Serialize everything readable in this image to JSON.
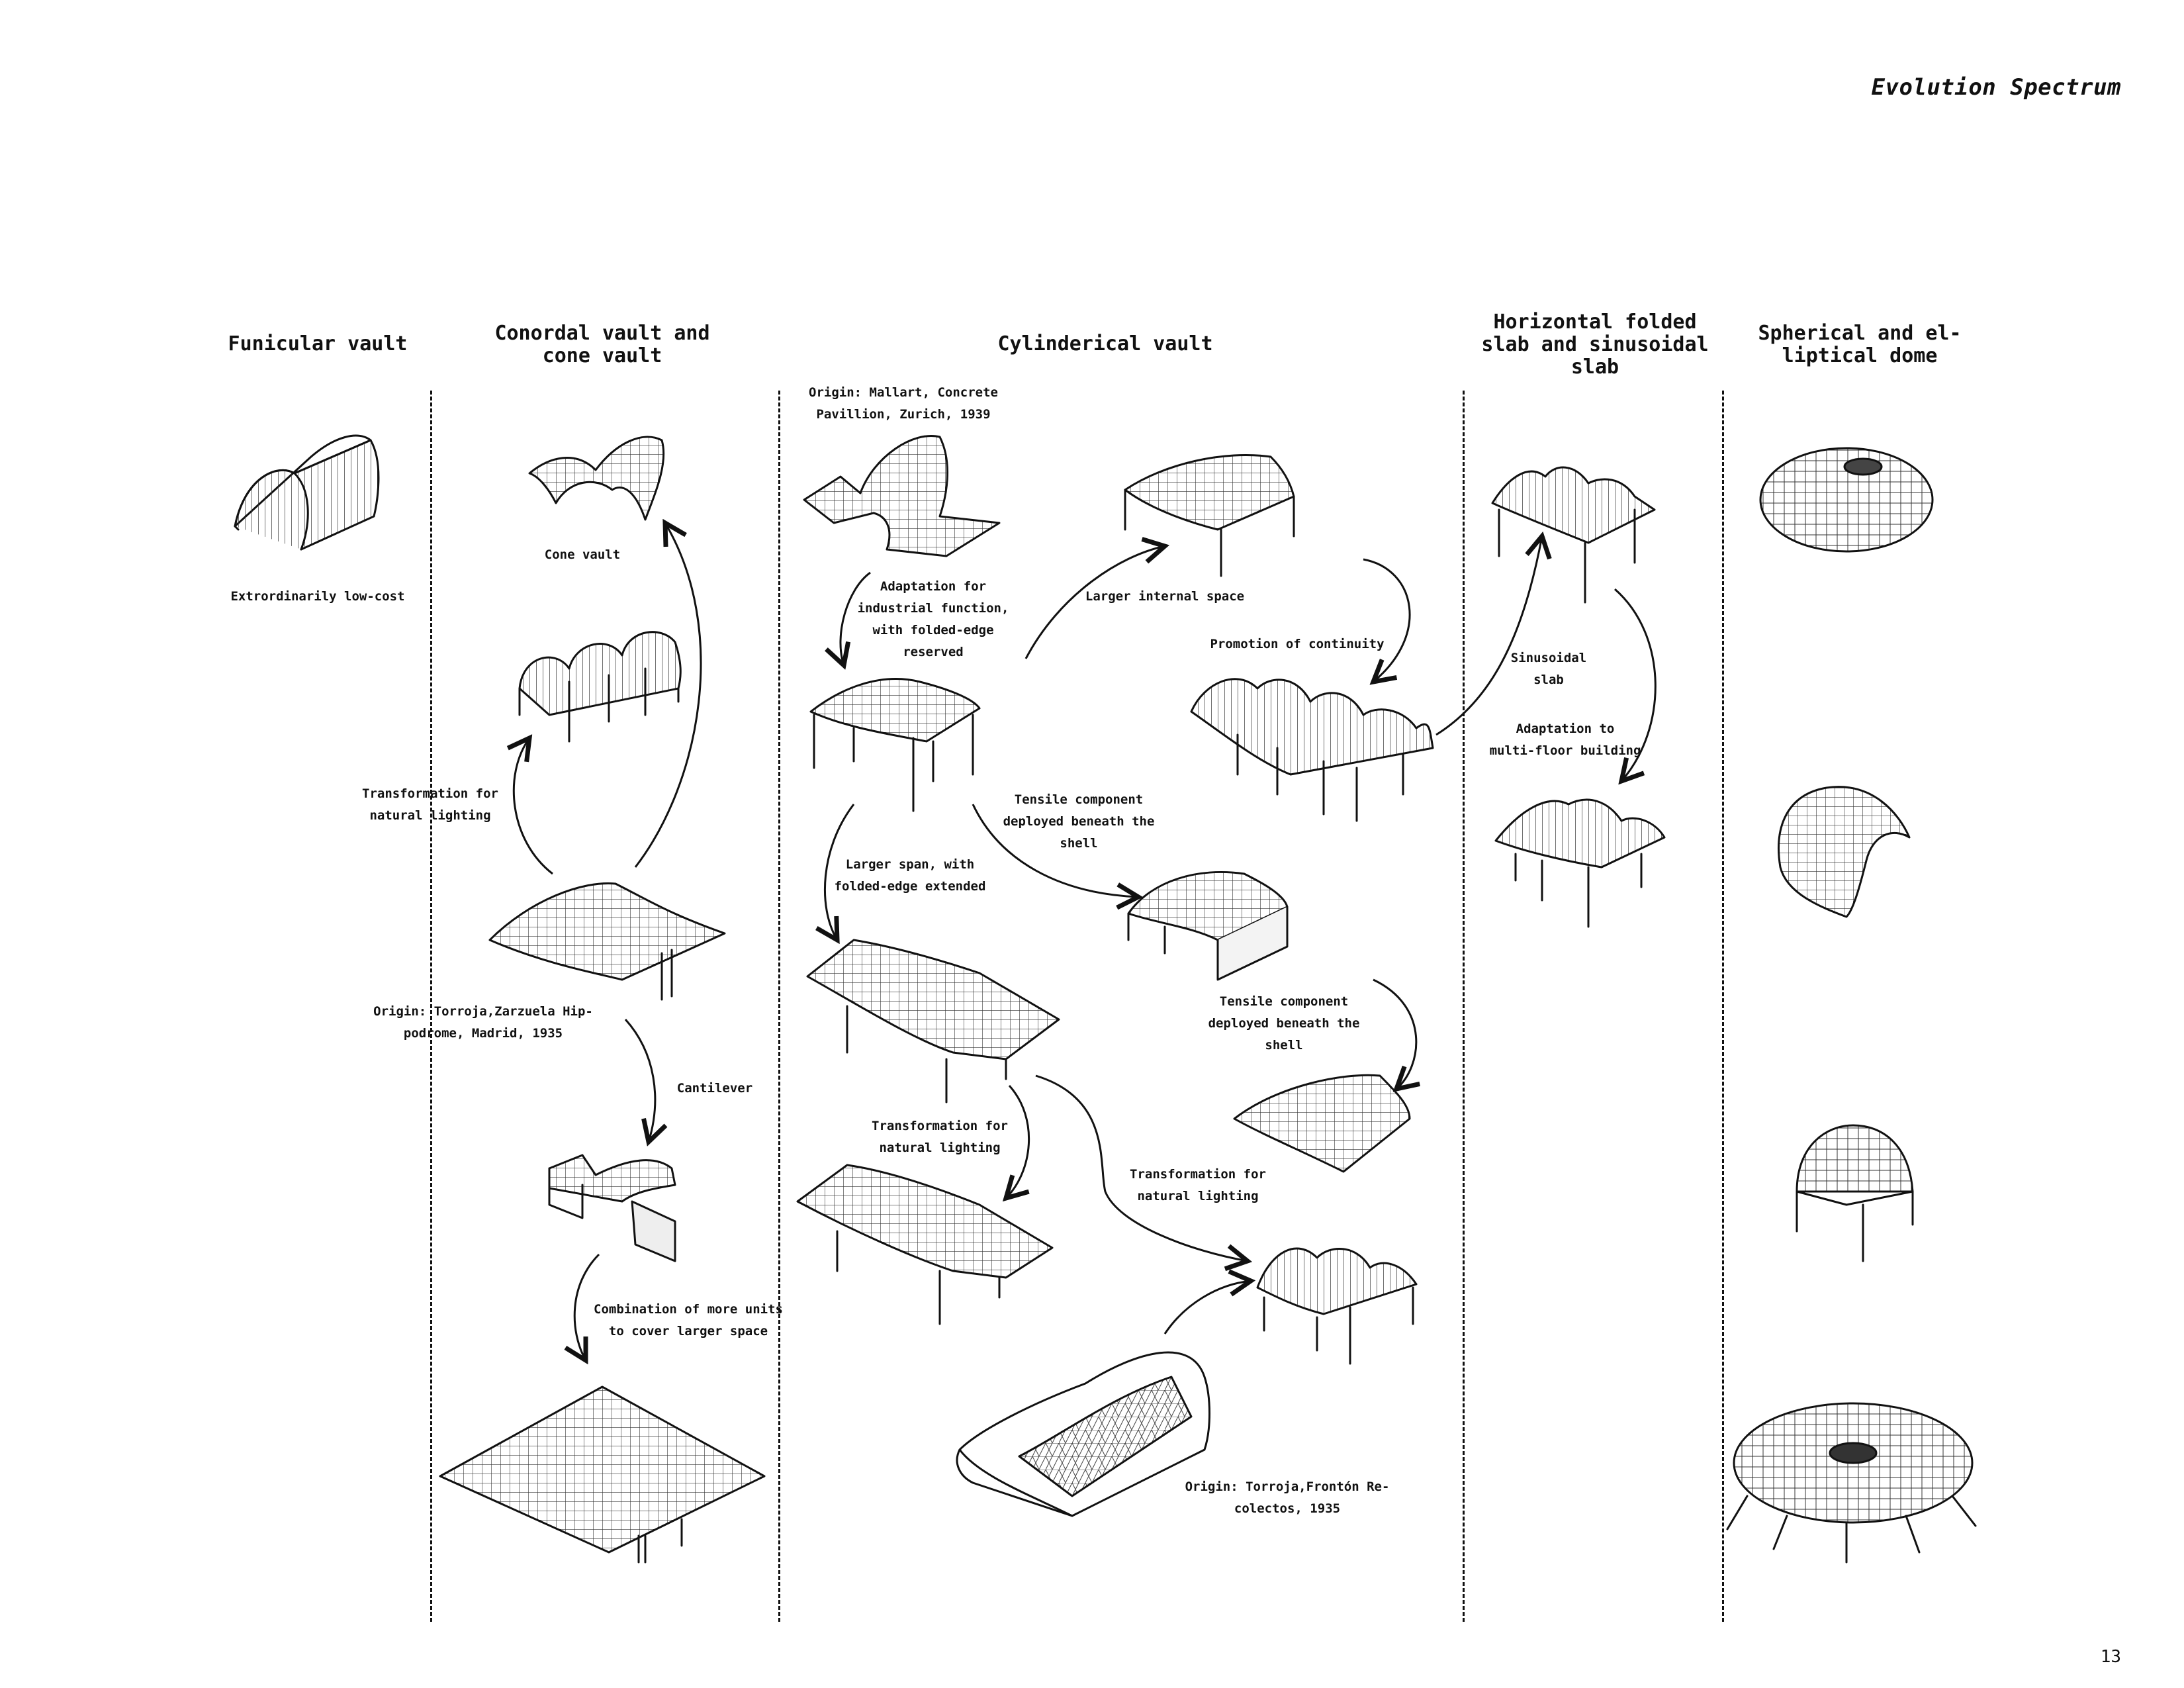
{
  "page": {
    "title": "Evolution Spectrum",
    "page_number": "13"
  },
  "columns": [
    {
      "id": "funicular",
      "title": "Funicular vault"
    },
    {
      "id": "conordal",
      "title": "Conordal vault and\ncone vault"
    },
    {
      "id": "cylinderical",
      "title": "Cylinderical vault"
    },
    {
      "id": "folded",
      "title": "Horizontal folded\nslab and sinusoidal\nslab"
    },
    {
      "id": "dome",
      "title": "Spherical and el-\nliptical dome"
    }
  ],
  "labels": {
    "extraordinarily_low_cost": "Extrordinarily low-cost",
    "cone_vault": "Cone vault",
    "transformation_natural_lighting_1": "Transformation for\nnatural lighting",
    "origin_torroja_zarzuela": "Origin: Torroja,Zarzuela Hip-\npodrome, Madrid, 1935",
    "cantilever": "Cantilever",
    "combination_units": "Combination of more units\nto cover larger space",
    "origin_mallart": "Origin: Mallart, Concrete\nPavillion, Zurich, 1939",
    "adaptation_industrial": "Adaptation for\nindustrial function,\nwith folded-edge\nreserved",
    "larger_internal_space": "Larger internal space",
    "promotion_continuity": "Promotion of continuity",
    "tensile_component_1": "Tensile component\ndeployed beneath the\nshell",
    "larger_span": "Larger span, with\nfolded-edge extended",
    "tensile_component_2": "Tensile component\ndeployed beneath the\nshell",
    "transformation_natural_lighting_2": "Transformation for\nnatural lighting",
    "transformation_natural_lighting_3": "Transformation for\nnatural lighting",
    "origin_torroja_fronton": "Origin: Torroja,Frontón Re-\ncolectos, 1935",
    "sinusoidal_slab": "Sinusoidal\nslab",
    "adaptation_multi_floor": "Adaptation to\nmulti-floor building"
  },
  "colors": {
    "ink": "#111111",
    "background": "#ffffff"
  }
}
